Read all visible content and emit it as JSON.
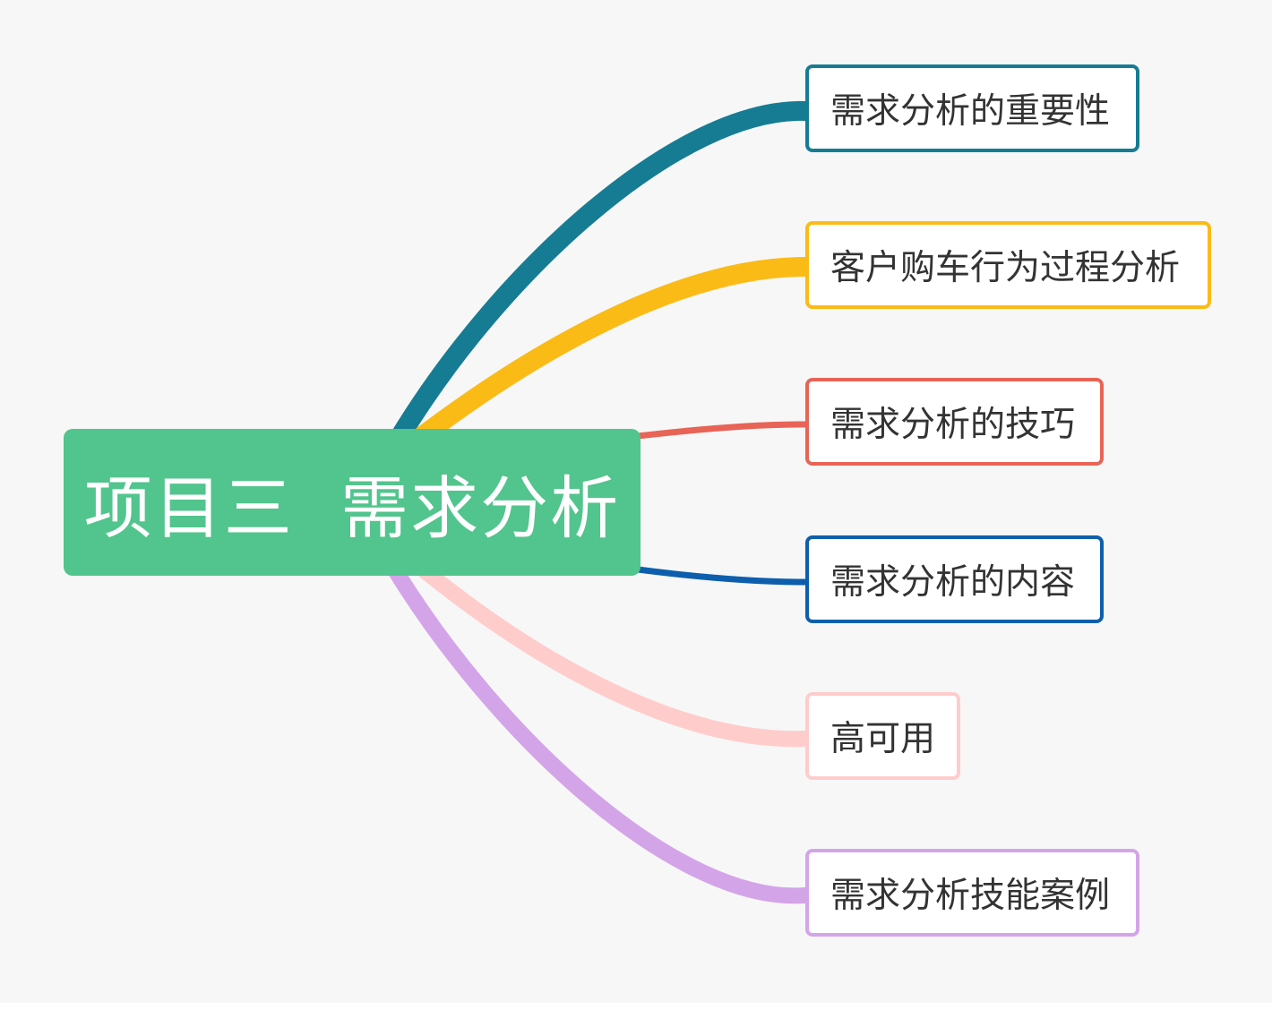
{
  "root": {
    "label": "项目三  需求分析",
    "color": "#52c48d"
  },
  "topics": [
    {
      "label": "需求分析的重要性",
      "color": "#167c93"
    },
    {
      "label": "客户购车行为过程分析",
      "color": "#fbbb16"
    },
    {
      "label": "需求分析的技巧",
      "color": "#e86456"
    },
    {
      "label": "需求分析的内容",
      "color": "#0d5fad"
    },
    {
      "label": "高可用",
      "color": "#ffcccc"
    },
    {
      "label": "需求分析技能案例",
      "color": "#d4a4e8"
    }
  ]
}
